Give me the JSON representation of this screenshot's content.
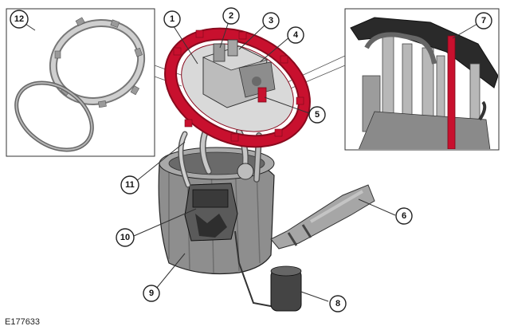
{
  "figure": {
    "code": "E177633"
  },
  "callouts": [
    {
      "label": "1"
    },
    {
      "label": "2"
    },
    {
      "label": "3"
    },
    {
      "label": "4"
    },
    {
      "label": "5"
    },
    {
      "label": "6"
    },
    {
      "label": "7"
    },
    {
      "label": "8"
    },
    {
      "label": "9"
    },
    {
      "label": "10"
    },
    {
      "label": "11"
    },
    {
      "label": "12"
    }
  ],
  "colors": {
    "flange_red": "#c8102e",
    "body_gray": "#8c8c8c",
    "dark_gray": "#4a4a4a",
    "light_gray": "#c9c9c9",
    "outline": "#222222"
  }
}
